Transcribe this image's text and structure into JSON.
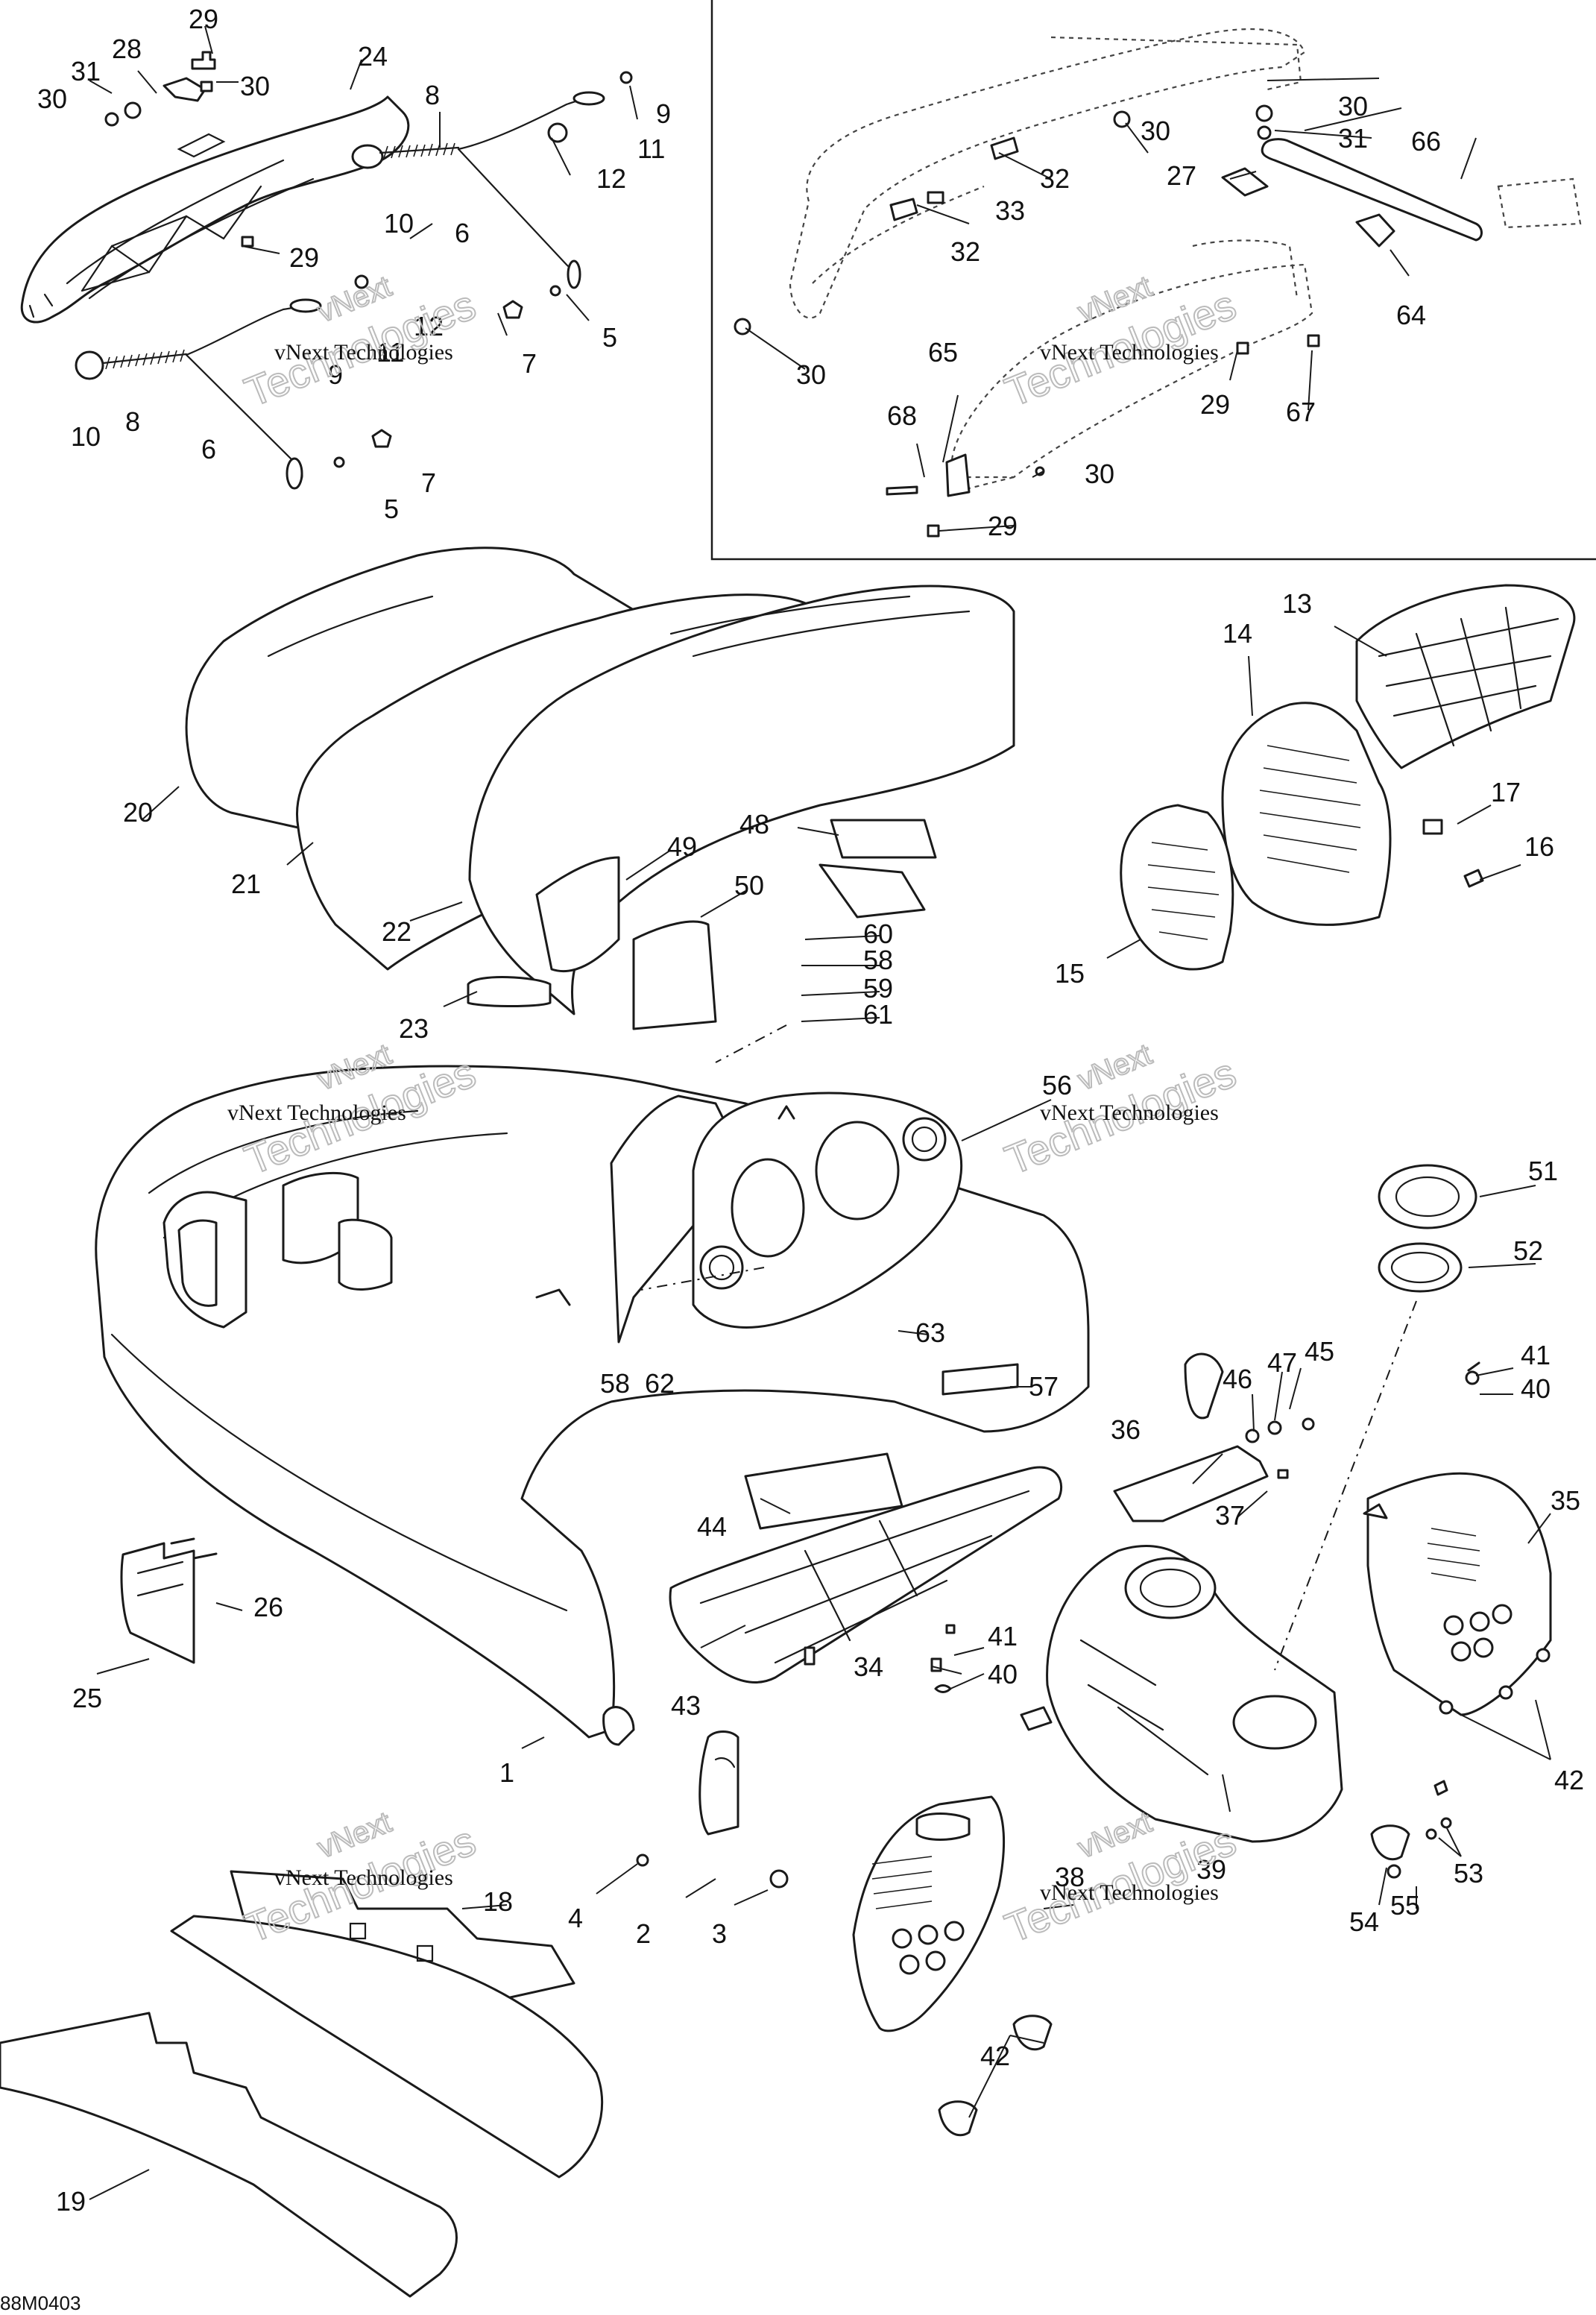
{
  "drawing_code": "88M0403",
  "watermark": {
    "line1": "vNext Technologies",
    "line2": "Technologies",
    "line3": "vNext"
  },
  "labels": [
    "29",
    "28",
    "31",
    "30",
    "30",
    "24",
    "8",
    "9",
    "11",
    "12",
    "10",
    "6",
    "29",
    "12",
    "11",
    "9",
    "7",
    "5",
    "10",
    "8",
    "6",
    "7",
    "5",
    "30",
    "32",
    "33",
    "32",
    "30",
    "27",
    "30",
    "31",
    "66",
    "64",
    "65",
    "68",
    "29",
    "67",
    "30",
    "29",
    "13",
    "14",
    "17",
    "16",
    "15",
    "20",
    "21",
    "22",
    "23",
    "48",
    "49",
    "50",
    "60",
    "58",
    "59",
    "61",
    "56",
    "51",
    "52",
    "1",
    "58",
    "62",
    "63",
    "57",
    "45",
    "47",
    "46",
    "41",
    "40",
    "36",
    "37",
    "35",
    "44",
    "43",
    "34",
    "26",
    "25",
    "41",
    "40",
    "39",
    "42",
    "4",
    "2",
    "3",
    "18",
    "38",
    "42",
    "53",
    "54",
    "55",
    "19"
  ]
}
